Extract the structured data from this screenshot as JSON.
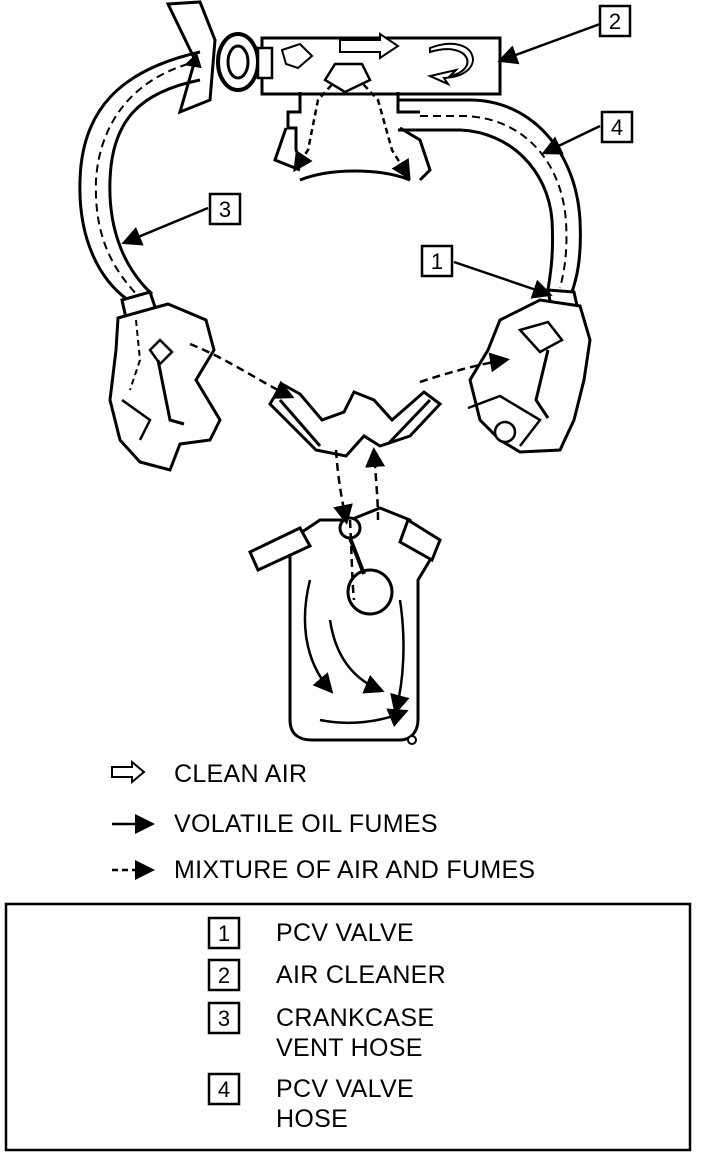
{
  "callouts": [
    {
      "number": "1"
    },
    {
      "number": "2"
    },
    {
      "number": "3"
    },
    {
      "number": "4"
    }
  ],
  "legend": {
    "clean_air": "CLEAN AIR",
    "oil_fumes": "VOLATILE OIL FUMES",
    "mixture": "MIXTURE OF AIR AND FUMES"
  },
  "key": [
    {
      "number": "1",
      "line1": "PCV VALVE",
      "line2": ""
    },
    {
      "number": "2",
      "line1": "AIR CLEANER",
      "line2": ""
    },
    {
      "number": "3",
      "line1": "CRANKCASE",
      "line2": "VENT HOSE"
    },
    {
      "number": "4",
      "line1": "PCV VALVE",
      "line2": "HOSE"
    }
  ]
}
